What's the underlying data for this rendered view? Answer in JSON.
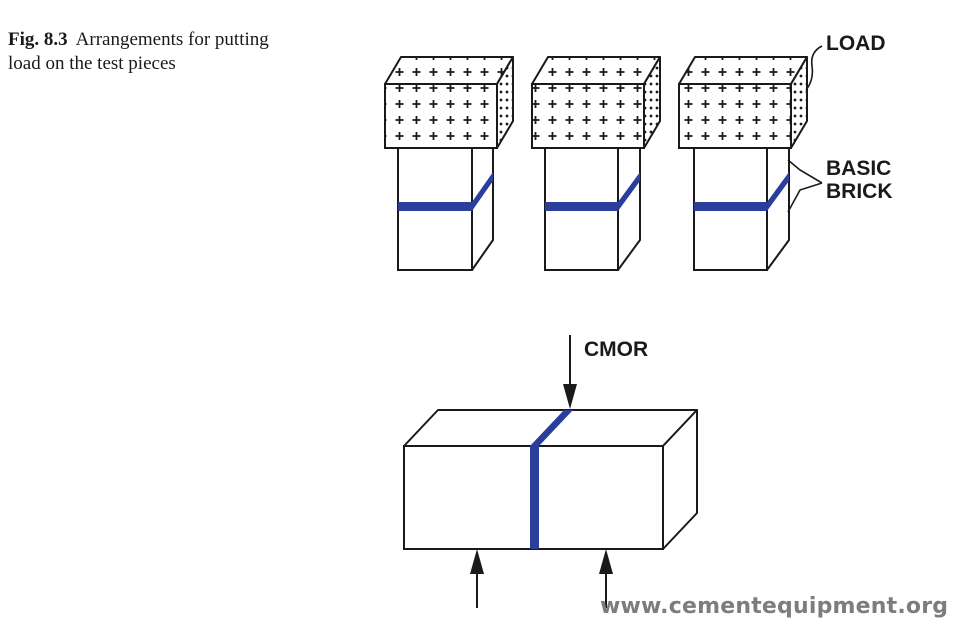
{
  "caption": {
    "fig_number": "Fig. 8.3",
    "text": "Arrangements for putting load on the test pieces"
  },
  "figure": {
    "label_load": "LOAD",
    "label_basic": "BASIC",
    "label_brick": "BRICK",
    "label_cmor": "CMOR",
    "colors": {
      "line": "#1a1a1a",
      "joint": "#2b3e9c",
      "background": "#ffffff"
    }
  },
  "watermark": "www.cementequipment.org"
}
